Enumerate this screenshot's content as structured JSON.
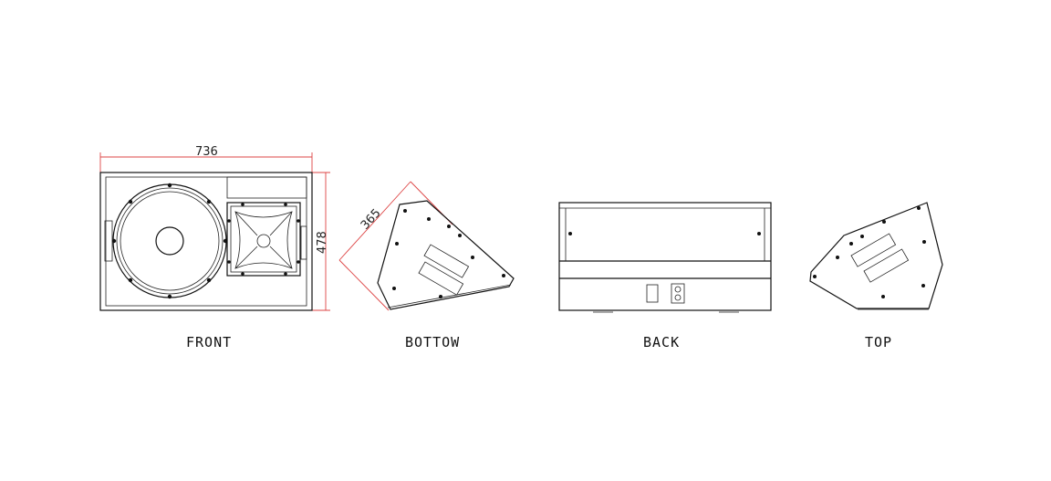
{
  "dimensions": {
    "width": "736",
    "height": "478",
    "depth": "365"
  },
  "views": {
    "front": "FRONT",
    "bottom": "BOTTOW",
    "back": "BACK",
    "top": "TOP"
  },
  "colors": {
    "line": "#111111",
    "dimension": "#dd4444"
  }
}
